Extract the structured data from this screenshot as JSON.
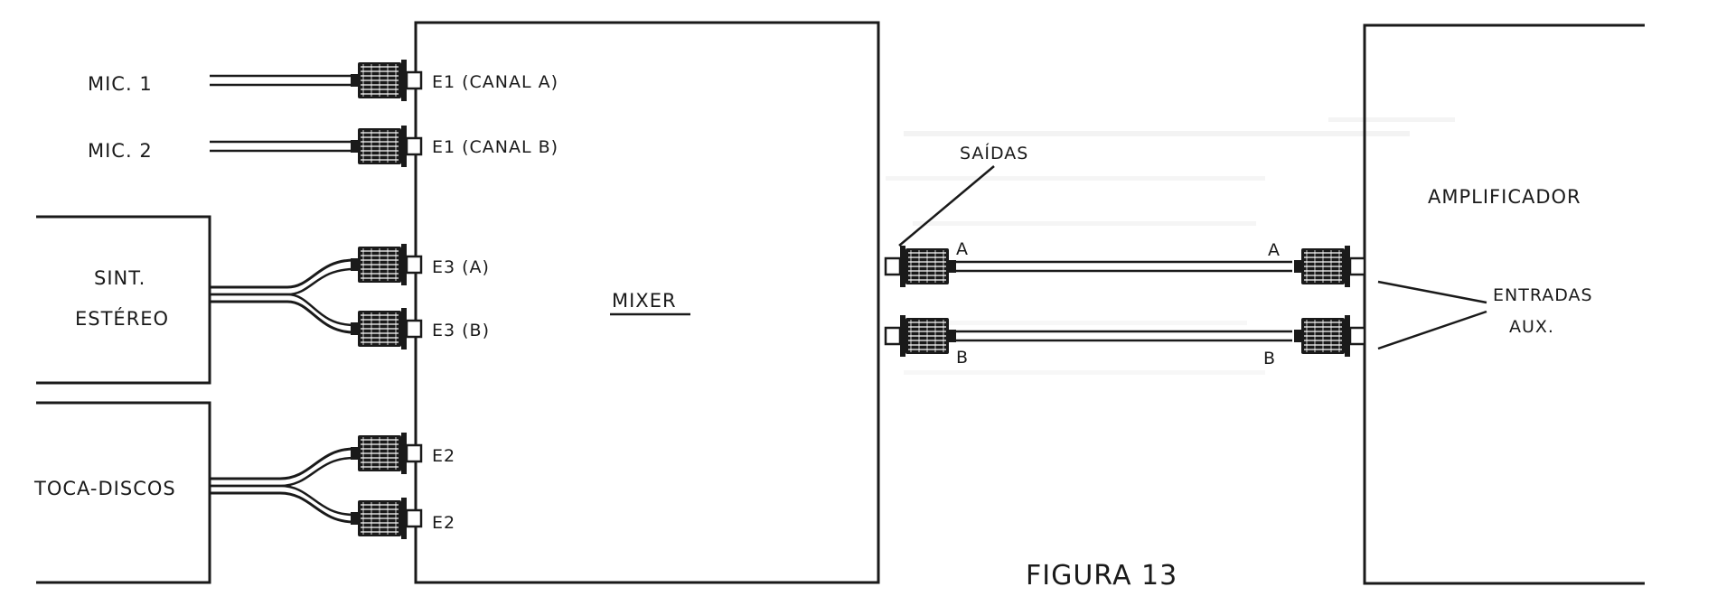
{
  "figure": {
    "caption": "FIGURA 13",
    "inputs": {
      "mic1": "MIC.  1",
      "mic2": "MIC.  2",
      "synth_line1": "SINT.",
      "synth_line2": "ESTÉREO",
      "turntable": "TOCA-DISCOS"
    },
    "mixer": {
      "title": "MIXER",
      "ports": [
        "E1 (CANAL A)",
        "E1 (CANAL B)",
        "E3 (A)",
        "E3 (B)",
        "E2",
        "E2"
      ]
    },
    "outputs": {
      "label": "SAÍDAS",
      "channel_a": "A",
      "channel_b": "B"
    },
    "amplifier": {
      "title": "AMPLIFICADOR",
      "channel_a": "A",
      "channel_b": "B",
      "aux_line1": "ENTRADAS",
      "aux_line2": "AUX."
    }
  },
  "colors": {
    "ink": "#1a1a1a",
    "paper": "#ffffff",
    "bleed": "#e9e9e9"
  }
}
